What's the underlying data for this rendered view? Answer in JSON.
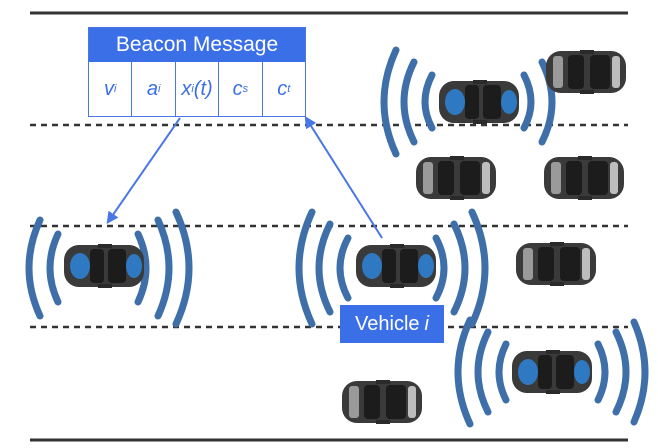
{
  "beacon": {
    "title": "Beacon Message",
    "fields": [
      {
        "base": "v",
        "sub": "i",
        "suffix": ""
      },
      {
        "base": "a",
        "sub": "i",
        "suffix": ""
      },
      {
        "base": "x",
        "sub": "i",
        "suffix": "(t)"
      },
      {
        "base": "c",
        "sub": "s",
        "suffix": ""
      },
      {
        "base": "c",
        "sub": "t",
        "suffix": ""
      }
    ]
  },
  "vehicle_label": {
    "text": "Vehicle",
    "index": "i"
  },
  "colors": {
    "accent": "#3b6fe8",
    "wave": "#3f6fa8",
    "road_line": "#333333",
    "car_body": "#3a3a3a"
  }
}
